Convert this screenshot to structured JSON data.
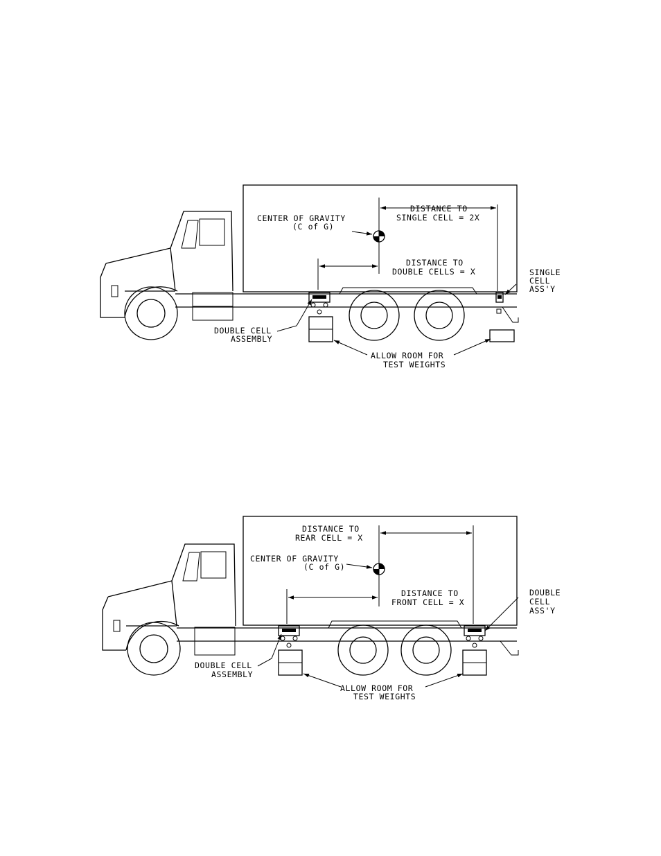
{
  "diagrams": [
    {
      "id": "top",
      "labels": {
        "cog_1": "CENTER OF GRAVITY",
        "cog_2": "(C of G)",
        "dist_a_1": "DISTANCE TO",
        "dist_a_2": "SINGLE CELL = 2X",
        "dist_b_1": "DISTANCE TO",
        "dist_b_2": "DOUBLE CELLS = X",
        "right_1": "SINGLE",
        "right_2": "CELL",
        "right_3": "ASS'Y",
        "left_1": "DOUBLE CELL",
        "left_2": "ASSEMBLY",
        "room_1": "ALLOW ROOM FOR",
        "room_2": "TEST WEIGHTS"
      }
    },
    {
      "id": "bottom",
      "labels": {
        "dist_a_1": "DISTANCE TO",
        "dist_a_2": "REAR CELL = X",
        "cog_1": "CENTER OF GRAVITY",
        "cog_2": "(C of G)",
        "dist_b_1": "DISTANCE TO",
        "dist_b_2": "FRONT CELL = X",
        "right_1": "DOUBLE",
        "right_2": "CELL",
        "right_3": "ASS'Y",
        "left_1": "DOUBLE CELL",
        "left_2": "ASSEMBLY",
        "room_1": "ALLOW ROOM FOR",
        "room_2": "TEST WEIGHTS"
      }
    }
  ]
}
